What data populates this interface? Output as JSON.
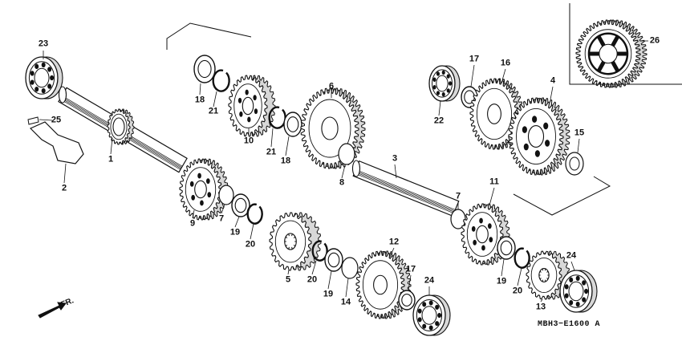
{
  "diagram": {
    "callouts": [
      {
        "id": "23",
        "text": "23"
      },
      {
        "id": "25",
        "text": "25"
      },
      {
        "id": "1",
        "text": "1"
      },
      {
        "id": "2",
        "text": "2"
      },
      {
        "id": "18a",
        "text": "18"
      },
      {
        "id": "21a",
        "text": "21"
      },
      {
        "id": "10",
        "text": "10"
      },
      {
        "id": "21b",
        "text": "21"
      },
      {
        "id": "18b",
        "text": "18"
      },
      {
        "id": "6",
        "text": "6"
      },
      {
        "id": "8",
        "text": "8"
      },
      {
        "id": "3",
        "text": "3"
      },
      {
        "id": "9",
        "text": "9"
      },
      {
        "id": "7a",
        "text": "7"
      },
      {
        "id": "19a",
        "text": "19"
      },
      {
        "id": "20a",
        "text": "20"
      },
      {
        "id": "5",
        "text": "5"
      },
      {
        "id": "20b",
        "text": "20"
      },
      {
        "id": "19b",
        "text": "19"
      },
      {
        "id": "14",
        "text": "14"
      },
      {
        "id": "12",
        "text": "12"
      },
      {
        "id": "17a",
        "text": "17"
      },
      {
        "id": "24a",
        "text": "24"
      },
      {
        "id": "22",
        "text": "22"
      },
      {
        "id": "17b",
        "text": "17"
      },
      {
        "id": "16",
        "text": "16"
      },
      {
        "id": "4",
        "text": "4"
      },
      {
        "id": "15",
        "text": "15"
      },
      {
        "id": "26",
        "text": "26"
      },
      {
        "id": "7b",
        "text": "7"
      },
      {
        "id": "11",
        "text": "11"
      },
      {
        "id": "19c",
        "text": "19"
      },
      {
        "id": "20c",
        "text": "20"
      },
      {
        "id": "13",
        "text": "13"
      },
      {
        "id": "24b",
        "text": "24"
      }
    ],
    "diagram_code": "MBH3−E1600",
    "diagram_code_suffix": "A",
    "direction_label": "FR."
  },
  "colors": {
    "ink": "#111111",
    "paper": "#ffffff",
    "shade": "#d8d8d8"
  }
}
